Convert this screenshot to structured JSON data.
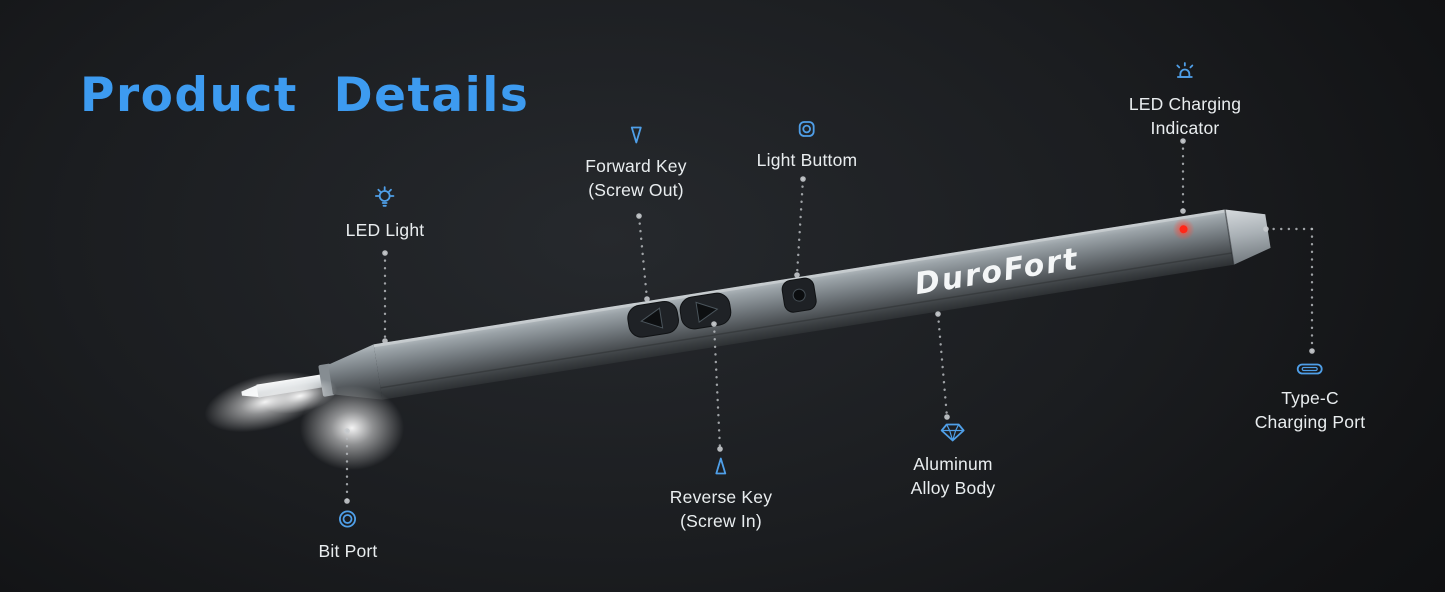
{
  "theme": {
    "background_dark": "#141618",
    "accent_blue": "#3d9bf0",
    "icon_blue": "#4f9fe8",
    "label_color": "#e9edef",
    "led_red": "#ff2718",
    "leader_color": "#b6babd"
  },
  "header": {
    "title": "Product  Details"
  },
  "device": {
    "brand": "DuroFort"
  },
  "callouts": {
    "led_light": {
      "icon": "bulb-icon",
      "label": "LED Light"
    },
    "forward_key": {
      "icon": "triangle-down-icon",
      "line1": "Forward Key",
      "line2": "(Screw Out)"
    },
    "light_button": {
      "icon": "light-button-icon",
      "label": "Light Buttom"
    },
    "led_charging": {
      "icon": "charging-beacon-icon",
      "line1": "LED Charging",
      "line2": "Indicator"
    },
    "type_c": {
      "icon": "type-c-icon",
      "line1": "Type-C",
      "line2": "Charging Port"
    },
    "aluminum_body": {
      "icon": "diamond-icon",
      "line1": "Aluminum",
      "line2": "Alloy Body"
    },
    "reverse_key": {
      "icon": "triangle-up-icon",
      "line1": "Reverse Key",
      "line2": "(Screw In)"
    },
    "bit_port": {
      "icon": "ring-icon",
      "label": "Bit Port"
    }
  }
}
